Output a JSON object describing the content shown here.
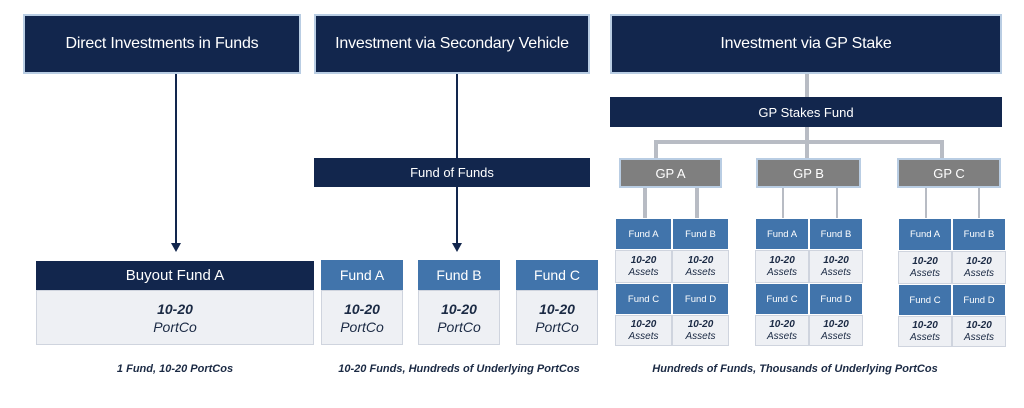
{
  "columns": {
    "direct": {
      "header": "Direct Investments in Funds",
      "fund_label": "Buyout Fund A",
      "range": "10-20",
      "unit": "PortCo",
      "caption": "1 Fund, 10-20 PortCos"
    },
    "secondary": {
      "header": "Investment via Secondary Vehicle",
      "intermediary": "Fund of Funds",
      "funds": [
        {
          "label": "Fund A",
          "range": "10-20",
          "unit": "PortCo"
        },
        {
          "label": "Fund B",
          "range": "10-20",
          "unit": "PortCo"
        },
        {
          "label": "Fund C",
          "range": "10-20",
          "unit": "PortCo"
        }
      ],
      "caption": "10-20 Funds, Hundreds of Underlying PortCos"
    },
    "gp_stake": {
      "header": "Investment via GP Stake",
      "stakes_fund": "GP Stakes Fund",
      "gps": [
        {
          "label": "GP A",
          "funds": [
            {
              "label": "Fund A",
              "range": "10-20",
              "unit": "Assets"
            },
            {
              "label": "Fund B",
              "range": "10-20",
              "unit": "Assets"
            },
            {
              "label": "Fund C",
              "range": "10-20",
              "unit": "Assets"
            },
            {
              "label": "Fund D",
              "range": "10-20",
              "unit": "Assets"
            }
          ]
        },
        {
          "label": "GP B",
          "funds": [
            {
              "label": "Fund A",
              "range": "10-20",
              "unit": "Assets"
            },
            {
              "label": "Fund B",
              "range": "10-20",
              "unit": "Assets"
            },
            {
              "label": "Fund C",
              "range": "10-20",
              "unit": "Assets"
            },
            {
              "label": "Fund D",
              "range": "10-20",
              "unit": "Assets"
            }
          ]
        },
        {
          "label": "GP C",
          "funds": [
            {
              "label": "Fund A",
              "range": "10-20",
              "unit": "Assets"
            },
            {
              "label": "Fund B",
              "range": "10-20",
              "unit": "Assets"
            },
            {
              "label": "Fund C",
              "range": "10-20",
              "unit": "Assets"
            },
            {
              "label": "Fund D",
              "range": "10-20",
              "unit": "Assets"
            }
          ]
        }
      ],
      "caption": "Hundreds of Funds, Thousands of Underlying PortCos"
    }
  },
  "colors": {
    "navy": "#12264d",
    "blue": "#4174ab",
    "gray": "#7f7f7f",
    "cell_bg": "#eef0f4",
    "connector_gray": "#b8bcc4"
  }
}
